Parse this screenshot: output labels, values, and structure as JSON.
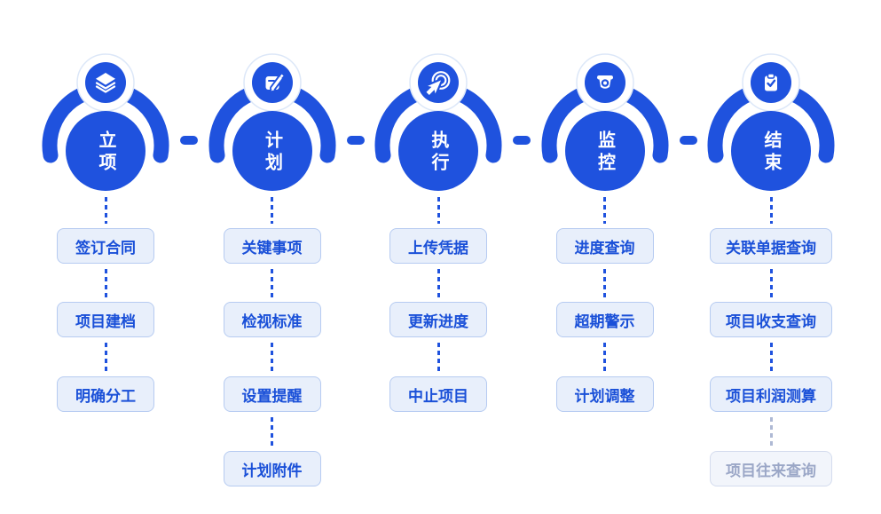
{
  "colors": {
    "primary": "#1F52DE",
    "box_bg": "#E8EFFB",
    "box_border": "#B6CBF1",
    "box_text": "#1A50D8",
    "disabled_bg": "#F2F5FB",
    "disabled_border": "#D4DCEE",
    "disabled_text": "#9BA7C7",
    "halo_ring": "#DCE7F8",
    "muted_dots": "#AEB9D4",
    "background": "#FFFFFF"
  },
  "stages": [
    {
      "label": "立项",
      "icon": "layers-icon",
      "items": [
        {
          "label": "签订合同",
          "disabled": false
        },
        {
          "label": "项目建档",
          "disabled": false
        },
        {
          "label": "明确分工",
          "disabled": false
        }
      ]
    },
    {
      "label": "计划",
      "icon": "edit-note-icon",
      "items": [
        {
          "label": "关键事项",
          "disabled": false
        },
        {
          "label": "检视标准",
          "disabled": false
        },
        {
          "label": "设置提醒",
          "disabled": false
        },
        {
          "label": "计划附件",
          "disabled": false
        }
      ]
    },
    {
      "label": "执行",
      "icon": "cursor-click-icon",
      "items": [
        {
          "label": "上传凭据",
          "disabled": false
        },
        {
          "label": "更新进度",
          "disabled": false
        },
        {
          "label": "中止项目",
          "disabled": false
        }
      ]
    },
    {
      "label": "监控",
      "icon": "surveillance-camera-icon",
      "items": [
        {
          "label": "进度查询",
          "disabled": false
        },
        {
          "label": "超期警示",
          "disabled": false
        },
        {
          "label": "计划调整",
          "disabled": false
        }
      ]
    },
    {
      "label": "结束",
      "icon": "clipboard-check-icon",
      "items": [
        {
          "label": "关联单据查询",
          "disabled": false
        },
        {
          "label": "项目收支查询",
          "disabled": false
        },
        {
          "label": "项目利润测算",
          "disabled": false
        },
        {
          "label": "项目往来查询",
          "disabled": true
        }
      ]
    }
  ]
}
